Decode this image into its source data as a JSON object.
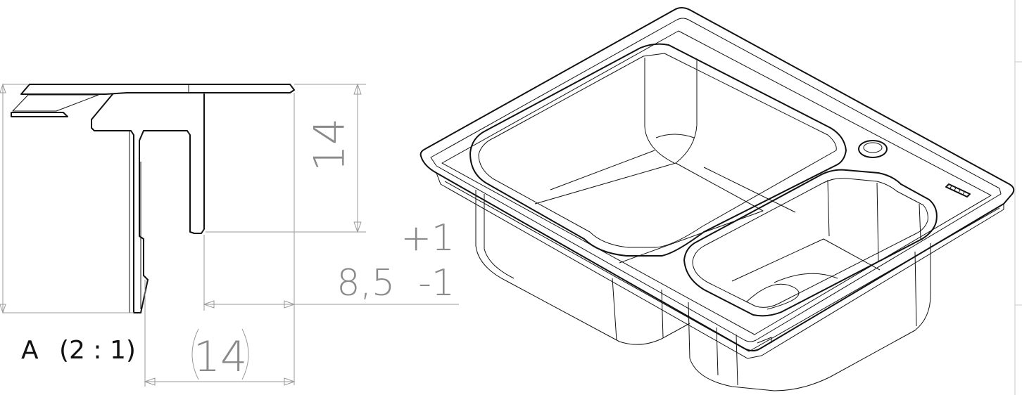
{
  "detail": {
    "label": "A",
    "scale": "(2 : 1)"
  },
  "dimensions": {
    "height": "14",
    "tolerance_plus": "+1",
    "nominal_with_minus": "8,5  -1",
    "reference_width": "14"
  },
  "colors": {
    "line": "#111111",
    "dimension": "#9a9a9a",
    "dimension_text": "#8a8a8a",
    "frame": "#c8c8c8"
  }
}
